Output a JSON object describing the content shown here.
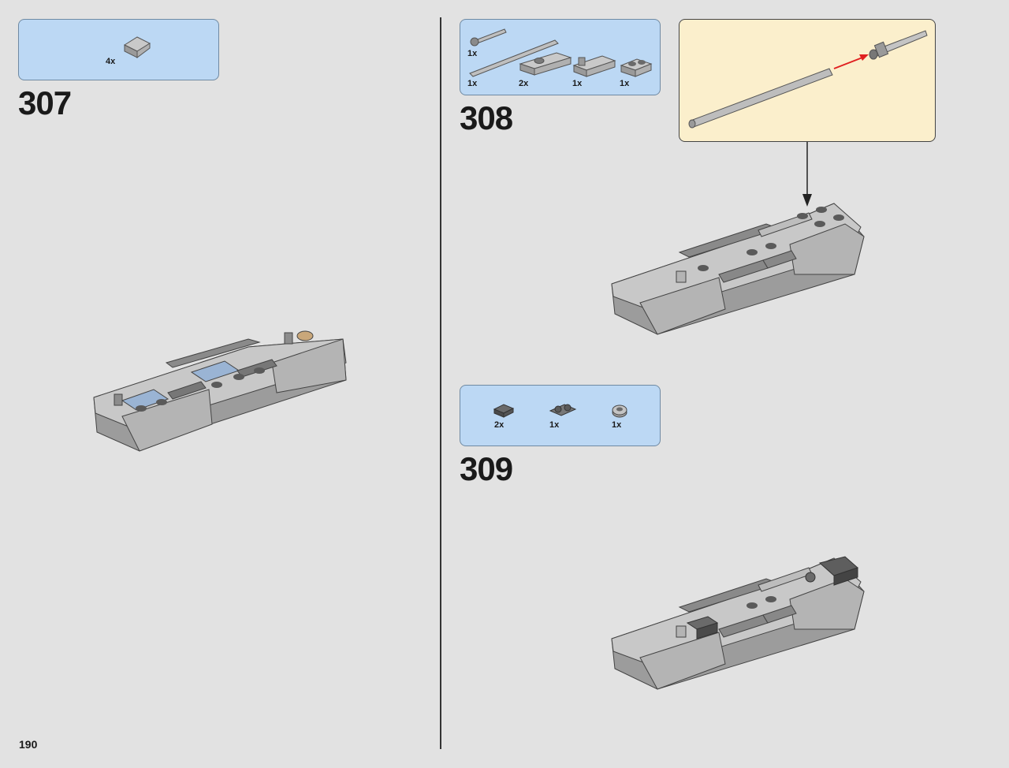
{
  "page": {
    "number": "190"
  },
  "steps": [
    {
      "id": "307",
      "number": "307",
      "parts": [
        {
          "qty": "4x",
          "icon": "slope-tile-icon"
        }
      ]
    },
    {
      "id": "308",
      "number": "308",
      "parts": [
        {
          "qty": "1x",
          "icon": "lightsaber-hilt-icon"
        },
        {
          "qty": "1x",
          "icon": "long-bar-icon"
        },
        {
          "qty": "2x",
          "icon": "jumper-plate-icon"
        },
        {
          "qty": "1x",
          "icon": "clip-plate-icon"
        },
        {
          "qty": "1x",
          "icon": "stud-plate-icon"
        }
      ],
      "callout": {
        "icon": "bar-into-hilt-icon",
        "arrow_color": "#e02020"
      }
    },
    {
      "id": "309",
      "number": "309",
      "parts": [
        {
          "qty": "2x",
          "icon": "dark-tile-icon"
        },
        {
          "qty": "1x",
          "icon": "clip-icon"
        },
        {
          "qty": "1x",
          "icon": "round-plate-icon"
        }
      ]
    }
  ],
  "colors": {
    "background": "#e2e2e2",
    "parts_box": "#bcd8f4",
    "callout_box": "#fbefcc",
    "brick_light": "#c4c4c4",
    "brick_dark": "#6a6a6a",
    "trans_blue": "#9ab4d4"
  }
}
